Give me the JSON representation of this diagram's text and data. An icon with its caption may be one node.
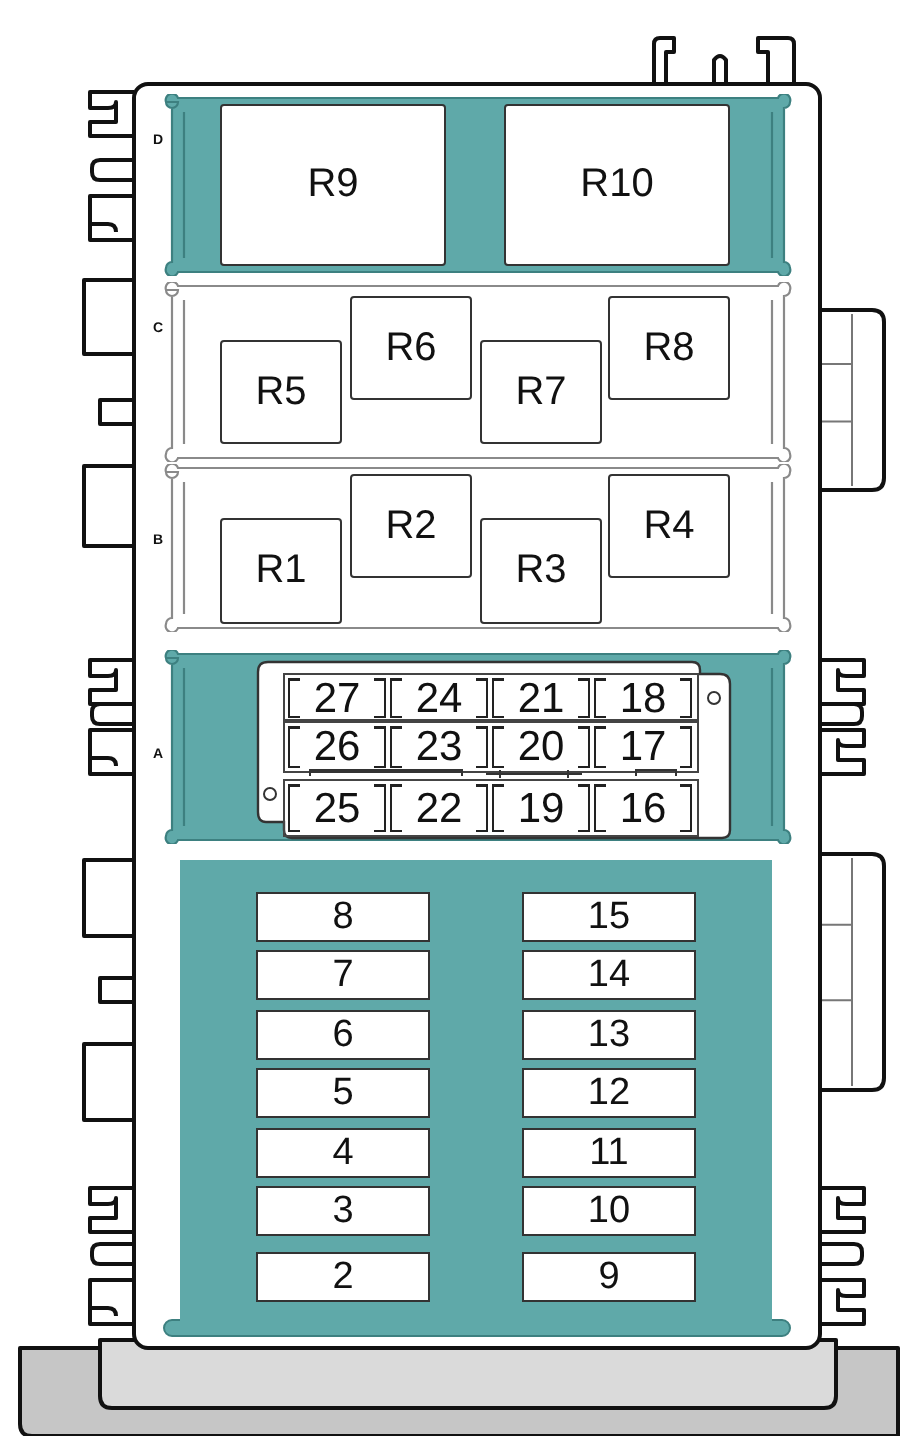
{
  "diagram": {
    "nodes": [
      {
        "text": [
          "D"
        ]
      },
      {
        "text": [
          "R9"
        ],
        "in": 0
      },
      {
        "text": [
          "R10"
        ],
        "in": 0
      },
      {
        "text": [
          "C"
        ]
      },
      {
        "text": [
          "R5"
        ],
        "in": 3
      },
      {
        "text": [
          "R6"
        ],
        "in": 3
      },
      {
        "text": [
          "R7"
        ],
        "in": 3
      },
      {
        "text": [
          "R8"
        ],
        "in": 3
      },
      {
        "text": [
          "B"
        ]
      },
      {
        "text": [
          "R1"
        ],
        "in": 8
      },
      {
        "text": [
          "R2"
        ],
        "in": 8
      },
      {
        "text": [
          "R3"
        ],
        "in": 8
      },
      {
        "text": [
          "R4"
        ],
        "in": 8
      },
      {
        "text": [
          "A"
        ]
      },
      {
        "text": [
          "27"
        ],
        "in": 13
      },
      {
        "text": [
          "24"
        ],
        "in": 13
      },
      {
        "text": [
          "21"
        ],
        "in": 13
      },
      {
        "text": [
          "18"
        ],
        "in": 13
      },
      {
        "text": [
          "26"
        ],
        "in": 13
      },
      {
        "text": [
          "23"
        ],
        "in": 13
      },
      {
        "text": [
          "20"
        ],
        "in": 13
      },
      {
        "text": [
          "17"
        ],
        "in": 13
      },
      {
        "text": [
          "25"
        ],
        "in": 13
      },
      {
        "text": [
          "22"
        ],
        "in": 13
      },
      {
        "text": [
          "19"
        ],
        "in": 13
      },
      {
        "text": [
          "16"
        ],
        "in": 13
      },
      {
        "text": [],
        "shape": "box"
      },
      {
        "text": [
          "8"
        ],
        "in": 26
      },
      {
        "text": [
          "15"
        ],
        "in": 26
      },
      {
        "text": [
          "7"
        ],
        "in": 26
      },
      {
        "text": [
          "14"
        ],
        "in": 26
      },
      {
        "text": [
          "6"
        ],
        "in": 26
      },
      {
        "text": [
          "13"
        ],
        "in": 26
      },
      {
        "text": [
          "5"
        ],
        "in": 26
      },
      {
        "text": [
          "12"
        ],
        "in": 26
      },
      {
        "text": [
          "4"
        ],
        "in": 26
      },
      {
        "text": [
          "11"
        ],
        "in": 26
      },
      {
        "text": [
          "3"
        ],
        "in": 26
      },
      {
        "text": [
          "10"
        ],
        "in": 26
      },
      {
        "text": [
          "2"
        ],
        "in": 26
      },
      {
        "text": [
          "9"
        ],
        "in": 26
      }
    ]
  }
}
